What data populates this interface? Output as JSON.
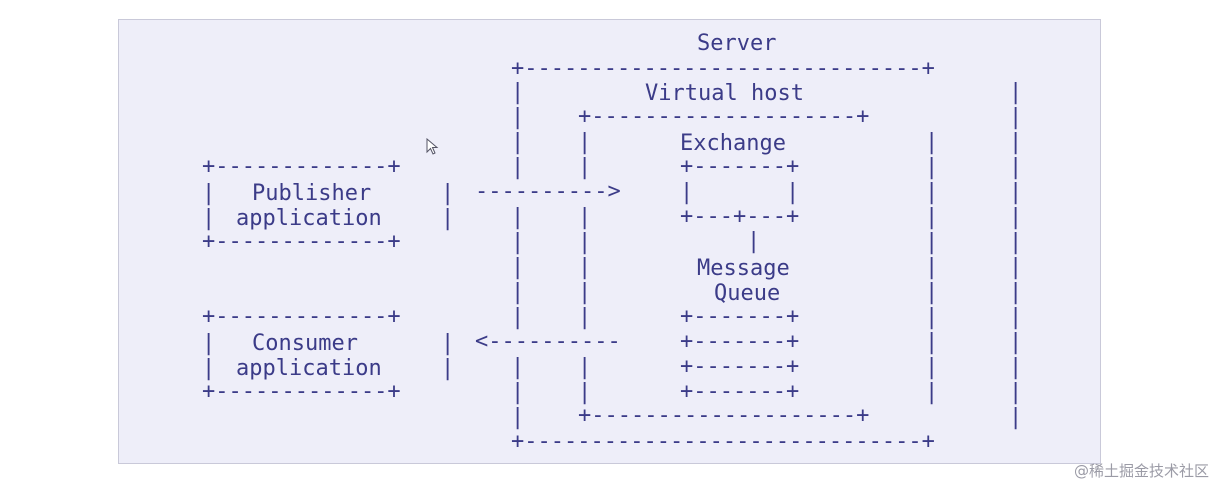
{
  "diagram": {
    "lines": [
      "                     Server",
      "          +------------------------------+",
      "          |        Virtual host          |",
      "          |   +--------------------+     |",
      "          |   |      Exchange      |     |",
      "+-------------+ |   |    +-------+       |     |",
      "| Publisher   | ---------->  |       |       |     |",
      "| application |   |    +---+---+       |     |",
      "+-------------+ |   |        |           |     |",
      "          |   |      Message       |     |",
      "          |   |       Queue        |     |",
      "+-------------+ |   |    +-------+       |     |",
      "| Consumer    | <---------- +-------+    |     |",
      "| application | |   |    +-------+       |     |",
      "+-------------+ |   |    +-------+       |     |",
      "          |   +--------------------+     |",
      "          +------------------------------+"
    ],
    "text": {
      "server": "Server",
      "virtual_host": "Virtual host",
      "exchange": "Exchange",
      "publisher": "Publisher",
      "publisher_app": "application",
      "message": "Message",
      "queue": "Queue",
      "consumer": "Consumer",
      "consumer_app": "application"
    },
    "colors": {
      "text": "#3b3b88",
      "panel": "#eeeef9"
    }
  },
  "watermark": "@稀土掘金技术社区"
}
